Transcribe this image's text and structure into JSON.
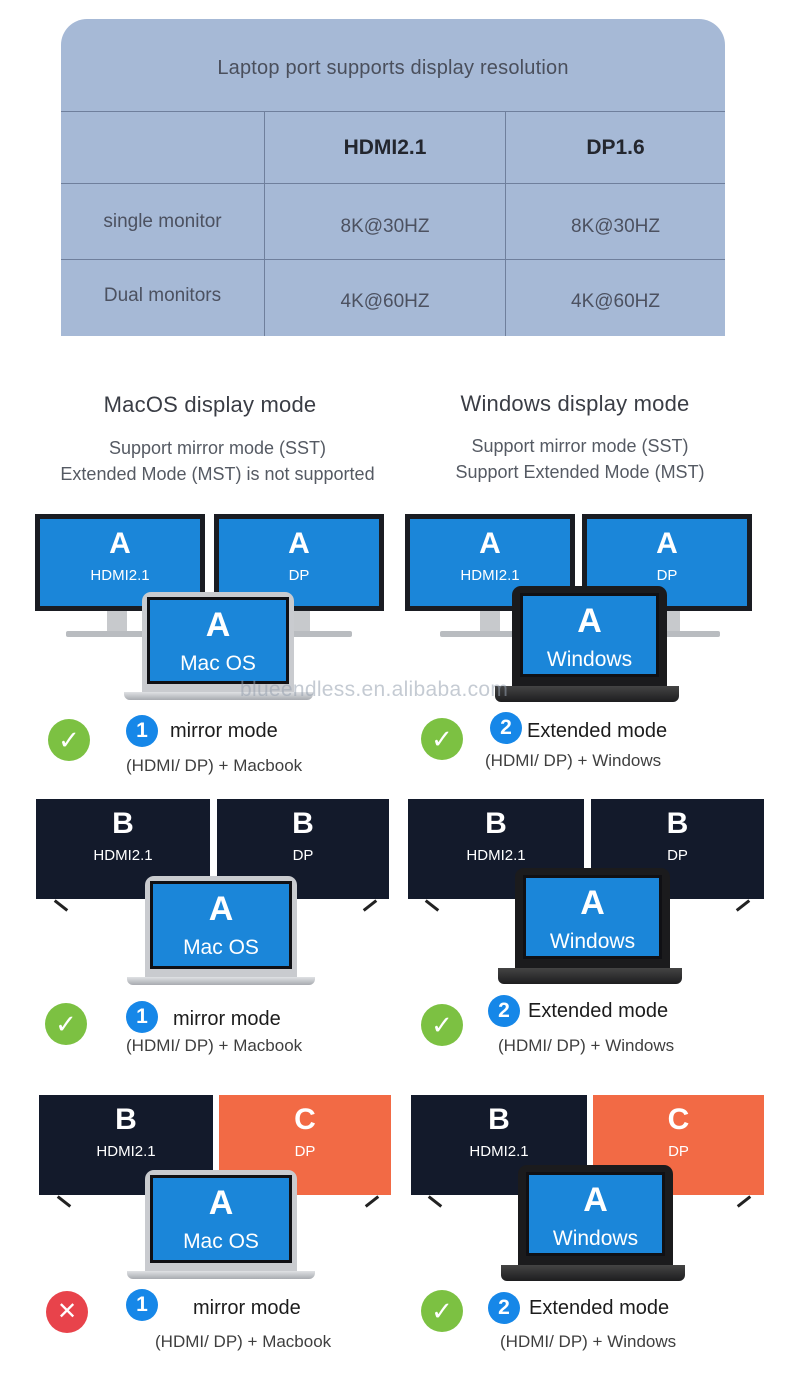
{
  "resolution_table": {
    "title": "Laptop port supports display resolution",
    "columns": [
      "HDMI2.1",
      "DP1.6"
    ],
    "rows": [
      {
        "label": "single monitor",
        "values": [
          "8K@30HZ",
          "8K@30HZ"
        ]
      },
      {
        "label": "Dual monitors",
        "values": [
          "4K@60HZ",
          "4K@60HZ"
        ]
      }
    ]
  },
  "macos": {
    "heading": "MacOS display mode",
    "sub1": "Support mirror mode (SST)",
    "sub2": "Extended Mode (MST) is not supported"
  },
  "windows": {
    "heading": "Windows display mode",
    "sub1": "Support mirror mode (SST)",
    "sub2": "Support Extended Mode (MST)"
  },
  "watermark": "blueendless.en.alibaba.com",
  "scenarios": [
    {
      "mac": {
        "left": {
          "letter": "A",
          "label": "HDMI2.1"
        },
        "right": {
          "letter": "A",
          "label": "DP"
        },
        "laptop": {
          "letter": "A",
          "os": "Mac OS"
        },
        "status": "check",
        "num": "1",
        "mode": "mirror mode",
        "caption": "(HDMI/ DP) + Macbook"
      },
      "win": {
        "left": {
          "letter": "A",
          "label": "HDMI2.1"
        },
        "right": {
          "letter": "A",
          "label": "DP"
        },
        "laptop": {
          "letter": "A",
          "os": "Windows"
        },
        "status": "check",
        "num": "2",
        "mode": "Extended mode",
        "caption": "(HDMI/ DP) + Windows"
      }
    },
    {
      "mac": {
        "left": {
          "letter": "B",
          "label": "HDMI2.1"
        },
        "right": {
          "letter": "B",
          "label": "DP"
        },
        "laptop": {
          "letter": "A",
          "os": "Mac OS"
        },
        "status": "check",
        "num": "1",
        "mode": "mirror mode",
        "caption": "(HDMI/ DP) + Macbook"
      },
      "win": {
        "left": {
          "letter": "B",
          "label": "HDMI2.1"
        },
        "right": {
          "letter": "B",
          "label": "DP"
        },
        "laptop": {
          "letter": "A",
          "os": "Windows"
        },
        "status": "check",
        "num": "2",
        "mode": "Extended mode",
        "caption": "(HDMI/ DP) + Windows"
      }
    },
    {
      "mac": {
        "left": {
          "letter": "B",
          "label": "HDMI2.1"
        },
        "right": {
          "letter": "C",
          "label": "DP"
        },
        "laptop": {
          "letter": "A",
          "os": "Mac OS"
        },
        "status": "cross",
        "num": "1",
        "mode": "mirror mode",
        "caption": "(HDMI/ DP) + Macbook"
      },
      "win": {
        "left": {
          "letter": "B",
          "label": "HDMI2.1"
        },
        "right": {
          "letter": "C",
          "label": "DP"
        },
        "laptop": {
          "letter": "A",
          "os": "Windows"
        },
        "status": "check",
        "num": "2",
        "mode": "Extended mode",
        "caption": "(HDMI/ DP) + Windows"
      }
    }
  ],
  "colors": {
    "table_bg": "#a6b9d6",
    "screen_blue": "#1b86d9",
    "tv_navy": "#131a2b",
    "tv_orange": "#f26a45",
    "check_green": "#7cc142",
    "cross_red": "#e8434b",
    "badge_blue": "#1687e8"
  },
  "icons": {
    "check": "check-circle-icon",
    "cross": "x-circle-icon"
  }
}
